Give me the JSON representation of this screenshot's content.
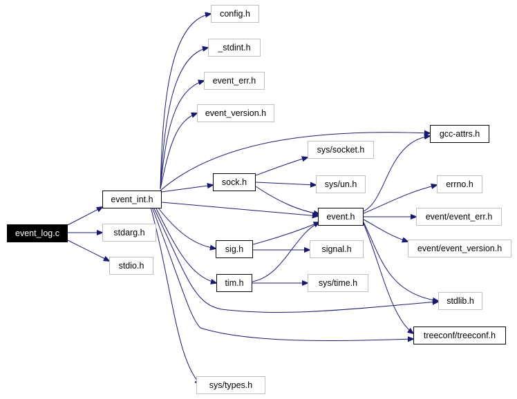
{
  "colors": {
    "edge": "#191970",
    "root_fill": "#000000",
    "root_text": "#ffffff",
    "local_border": "#000000",
    "external_border": "#bfbfbf"
  },
  "nodes": {
    "event_log_c": "event_log.c",
    "event_int_h": "event_int.h",
    "stdarg_h": "stdarg.h",
    "stdio_h": "stdio.h",
    "config_h": "config.h",
    "stdint_h": "_stdint.h",
    "event_err_h": "event_err.h",
    "event_version_h": "event_version.h",
    "gcc_attrs_h": "gcc-attrs.h",
    "sys_socket_h": "sys/socket.h",
    "sock_h": "sock.h",
    "sys_un_h": "sys/un.h",
    "errno_h": "errno.h",
    "event_h": "event.h",
    "event_event_err_h": "event/event_err.h",
    "sig_h": "sig.h",
    "signal_h": "signal.h",
    "event_event_version_h": "event/event_version.h",
    "tim_h": "tim.h",
    "sys_time_h": "sys/time.h",
    "stdlib_h": "stdlib.h",
    "treeconf_h": "treeconf/treeconf.h",
    "sys_types_h": "sys/types.h"
  }
}
